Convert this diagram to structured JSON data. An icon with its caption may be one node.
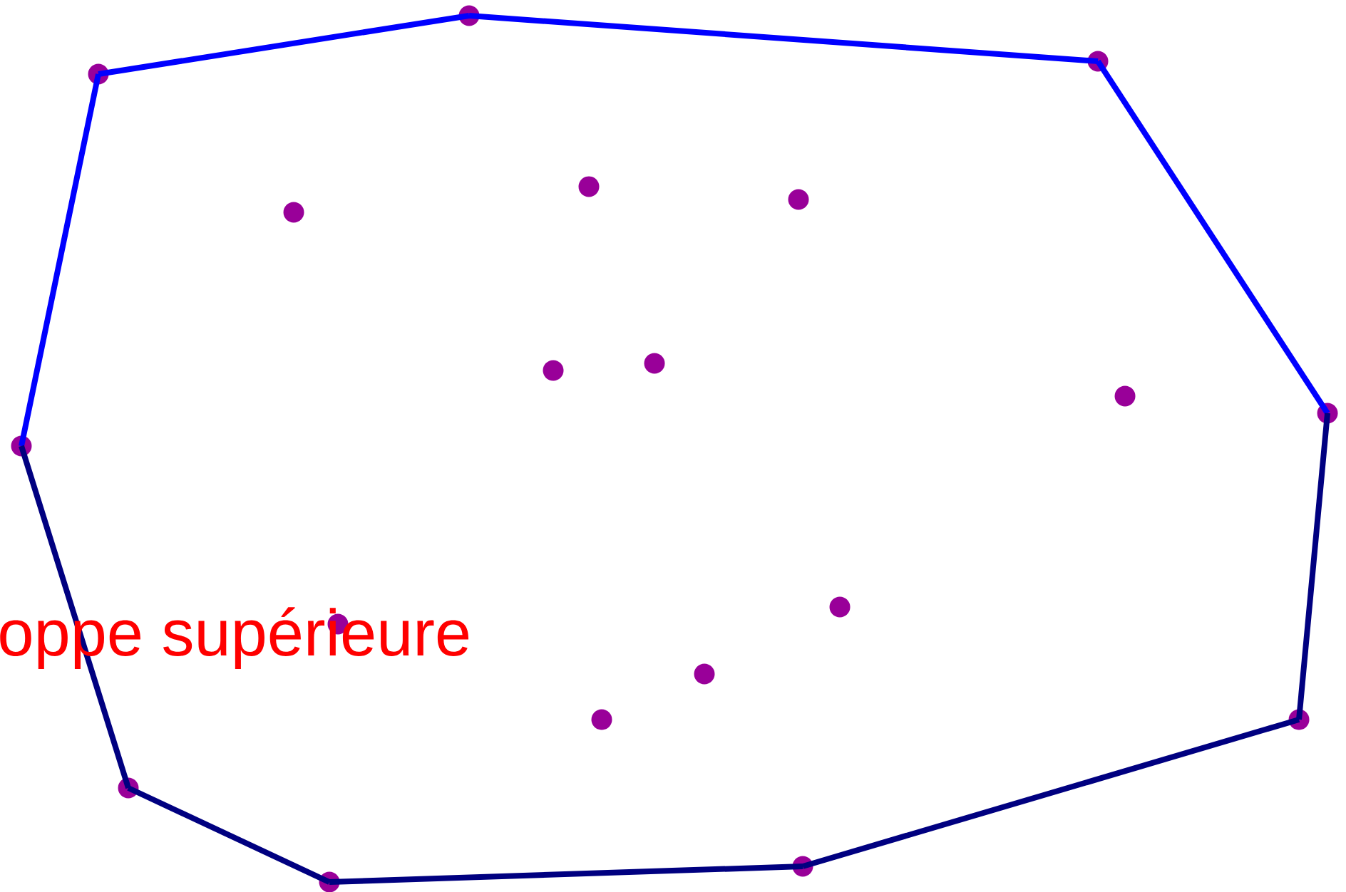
{
  "diagram": {
    "nodes": [
      {
        "text": [],
        "shape": "circle"
      },
      {
        "text": [],
        "shape": "circle"
      },
      {
        "text": [],
        "shape": "circle"
      },
      {
        "text": [],
        "shape": "circle"
      },
      {
        "text": [],
        "shape": "circle"
      },
      {
        "text": [],
        "shape": "circle"
      },
      {
        "text": [],
        "shape": "circle"
      },
      {
        "text": [],
        "shape": "circle"
      },
      {
        "text": [],
        "shape": "circle"
      },
      {
        "text": [],
        "shape": "circle"
      },
      {
        "text": [],
        "shape": "circle"
      },
      {
        "text": [],
        "shape": "circle"
      },
      {
        "text": [],
        "shape": "circle"
      },
      {
        "text": [],
        "shape": "circle"
      },
      {
        "text": [],
        "shape": "circle"
      },
      {
        "text": [],
        "shape": "circle"
      },
      {
        "text": [],
        "shape": "circle"
      },
      {
        "text": [],
        "shape": "circle"
      },
      {
        "text": [],
        "shape": "circle"
      }
    ],
    "edges": [
      {
        "from": 0,
        "to": 1,
        "arrow": "none",
        "color": "#0000ff"
      },
      {
        "from": 1,
        "to": 6,
        "arrow": "none",
        "color": "#0000ff"
      },
      {
        "from": 6,
        "to": 15,
        "arrow": "none",
        "color": "#0000ff"
      },
      {
        "from": 15,
        "to": 18,
        "arrow": "none",
        "color": "#0000ff"
      },
      {
        "from": 0,
        "to": 2,
        "arrow": "none"
      },
      {
        "from": 2,
        "to": 4,
        "arrow": "none"
      },
      {
        "from": 4,
        "to": 13,
        "arrow": "none"
      },
      {
        "from": 13,
        "to": 17,
        "arrow": "none"
      },
      {
        "from": 17,
        "to": 18,
        "arrow": "none"
      }
    ],
    "labels": [
      "oppe supérieure"
    ]
  }
}
